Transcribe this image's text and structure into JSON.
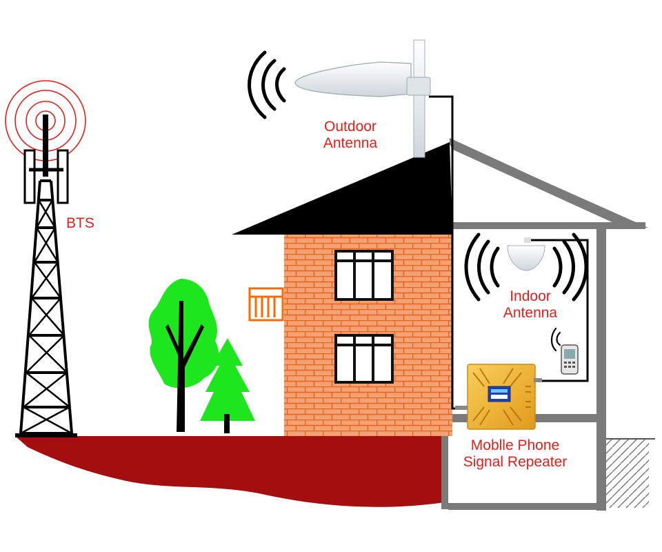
{
  "labels": {
    "bts": "BTS",
    "outdoor_antenna": [
      "Outdoor",
      "Antenna"
    ],
    "indoor_antenna": [
      "Indoor",
      "Antenna"
    ],
    "repeater": [
      "Moblle Phone",
      "Signal Repeater"
    ]
  },
  "colors": {
    "label_text": "#e0201b",
    "ground": "#a50e0e",
    "brick": "#f4a272",
    "brick_mortar": "#e8621f",
    "roof": "#000000",
    "annex_wall": "#7a7a7a",
    "tree": "#1ee61e",
    "repeater_body": "#f3b533",
    "bts_rings": "#e0201b"
  },
  "icons": [
    "bts-tower-icon",
    "outdoor-antenna-icon",
    "indoor-antenna-icon",
    "repeater-icon",
    "mobile-phone-icon",
    "tree-icon",
    "pine-tree-icon",
    "balcony-icon"
  ]
}
